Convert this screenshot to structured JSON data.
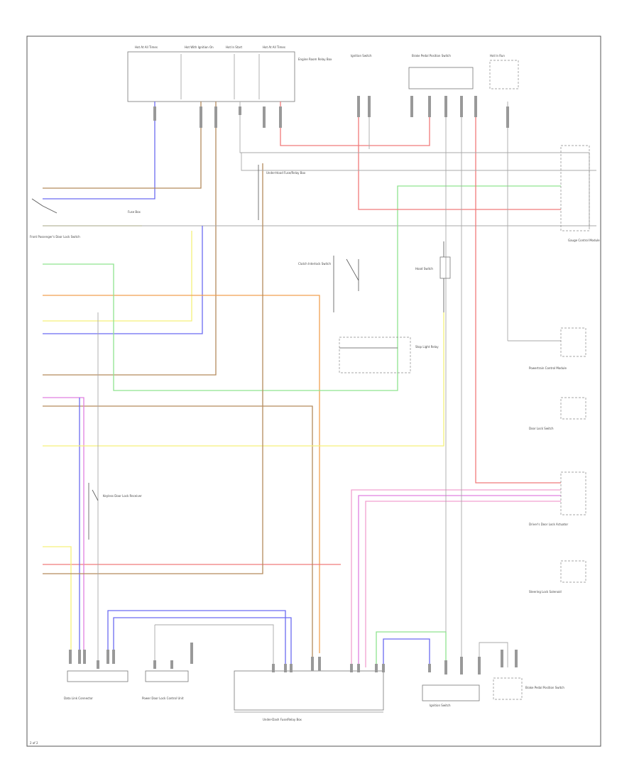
{
  "diagram": {
    "page_id": "2 of 2",
    "colors": {
      "blue": "#6b6bf2",
      "brown": "#b48a5c",
      "orange": "#f0a050",
      "green": "#8fe38f",
      "yellow": "#f5f07a",
      "red": "#f07a7a",
      "pink": "#f2a0d0",
      "magenta": "#e080e0",
      "gray": "#a8a8a8"
    },
    "components": [
      "Hot At All Times",
      "Hot With Ignition On",
      "Hot In Start",
      "Hot At All Times",
      "Engine Room Relay Box",
      "Ignition Switch",
      "Brake Pedal Position Switch",
      "Hot In Run",
      "Clutch Interlock Switch",
      "Stop Light Relay",
      "Hood Switch",
      "Under-Hood Fuse/Relay Box",
      "Fuse Box",
      "Gauge Control Module",
      "Powertrain Control Module",
      "Door Lock Switch",
      "Driver's Door Lock Actuator",
      "Steering Lock Solenoid",
      "Under-Dash Fuse/Relay Box",
      "Data Link Connector",
      "Front Passenger's Door Lock Switch",
      "Power Door Lock Control Unit",
      "Keyless Door Lock Receiver"
    ]
  }
}
